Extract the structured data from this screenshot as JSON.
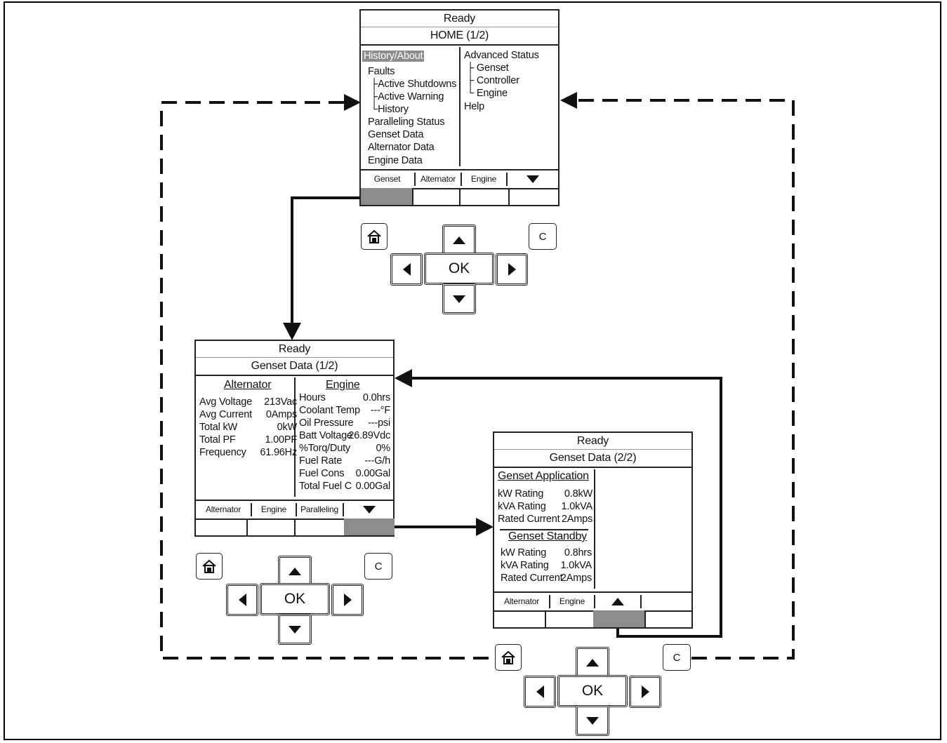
{
  "home": {
    "status": "Ready",
    "title": "HOME (1/2)",
    "left_items": [
      "History/About",
      "Faults",
      "Active Shutdowns",
      "Active Warning",
      "History",
      "Paralleling Status",
      "Genset Data",
      "Alternator Data",
      "Engine Data"
    ],
    "right_items": [
      "Advanced Status",
      "Genset",
      "Controller",
      "Engine",
      "Help"
    ],
    "buttons": [
      "Genset",
      "Alternator",
      "Engine"
    ]
  },
  "genset1": {
    "status": "Ready",
    "title": "Genset Data (1/2)",
    "alt_header": "Alternator",
    "eng_header": "Engine",
    "alternator": [
      {
        "label": "Avg Voltage",
        "value": "213Vac"
      },
      {
        "label": "Avg Current",
        "value": "0Amps"
      },
      {
        "label": "Total kW",
        "value": "0kW"
      },
      {
        "label": "Total PF",
        "value": "1.00PF"
      },
      {
        "label": "Frequency",
        "value": "61.96Hz"
      }
    ],
    "engine": [
      {
        "label": "Hours",
        "value": "0.0hrs"
      },
      {
        "label": "Coolant Temp",
        "value": "---°F"
      },
      {
        "label": "Oil Pressure",
        "value": "---psi"
      },
      {
        "label": "Batt Voltage",
        "value": "26.89Vdc"
      },
      {
        "label": "%Torq/Duty",
        "value": "0%"
      },
      {
        "label": "Fuel Rate",
        "value": "---G/h"
      },
      {
        "label": "Fuel Cons",
        "value": "0.00Gal"
      },
      {
        "label": "Total Fuel C",
        "value": "0.00Gal"
      }
    ],
    "buttons": [
      "Alternator",
      "Engine",
      "Paralleling"
    ]
  },
  "genset2": {
    "status": "Ready",
    "title": "Genset Data (2/2)",
    "app_header": "Genset Application",
    "standby_header": "Genset Standby",
    "application": [
      {
        "label": "kW Rating",
        "value": "0.8kW"
      },
      {
        "label": "kVA Rating",
        "value": "1.0kVA"
      },
      {
        "label": "Rated Current",
        "value": "2Amps"
      }
    ],
    "standby": [
      {
        "label": "kW Rating",
        "value": "0.8hrs"
      },
      {
        "label": "kVA Rating",
        "value": "1.0kVA"
      },
      {
        "label": "Rated Current",
        "value": "2Amps"
      }
    ],
    "buttons": [
      "Alternator",
      "Engine"
    ]
  },
  "keypad": {
    "ok_label": "OK",
    "c_label": "C"
  },
  "colors": {
    "highlight": "#8c8c8c",
    "line": "#111111"
  }
}
